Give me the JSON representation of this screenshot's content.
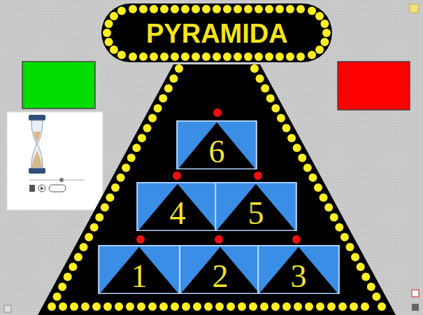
{
  "diagram": {
    "title": "PYRAMIDA",
    "nodes": [
      {
        "text": [
          "6"
        ]
      },
      {
        "text": [
          "4"
        ]
      },
      {
        "text": [
          "5"
        ]
      },
      {
        "text": [
          "1"
        ]
      },
      {
        "text": [
          "2"
        ]
      },
      {
        "text": [
          "3"
        ]
      }
    ]
  }
}
